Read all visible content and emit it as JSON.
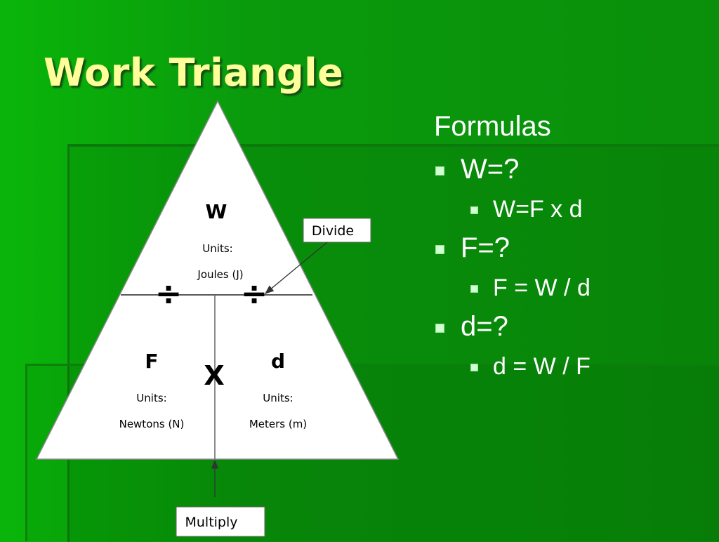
{
  "slide": {
    "title": "Work Triangle"
  },
  "triangle": {
    "top": {
      "symbol": "W",
      "units_label": "Units:",
      "units": "Joules (J)"
    },
    "left": {
      "symbol": "F",
      "units_label": "Units:",
      "units": "Newtons (N)"
    },
    "right": {
      "symbol": "d",
      "units_label": "Units:",
      "units": "Meters (m)"
    },
    "divide_symbol": "÷",
    "multiply_symbol": "X",
    "callouts": {
      "divide": "Divide",
      "multiply": "Multiply"
    }
  },
  "formulas": {
    "heading": "Formulas",
    "items": [
      {
        "question": "W=?",
        "formula": "W=F x d"
      },
      {
        "question": "F=?",
        "formula": "F = W / d"
      },
      {
        "question": "d=?",
        "formula": "d = W / F"
      }
    ]
  },
  "colors": {
    "title": "#ffff99",
    "background": "#0a9a0c",
    "triangle_fill": "#ffffff",
    "text": "#ffffff"
  }
}
